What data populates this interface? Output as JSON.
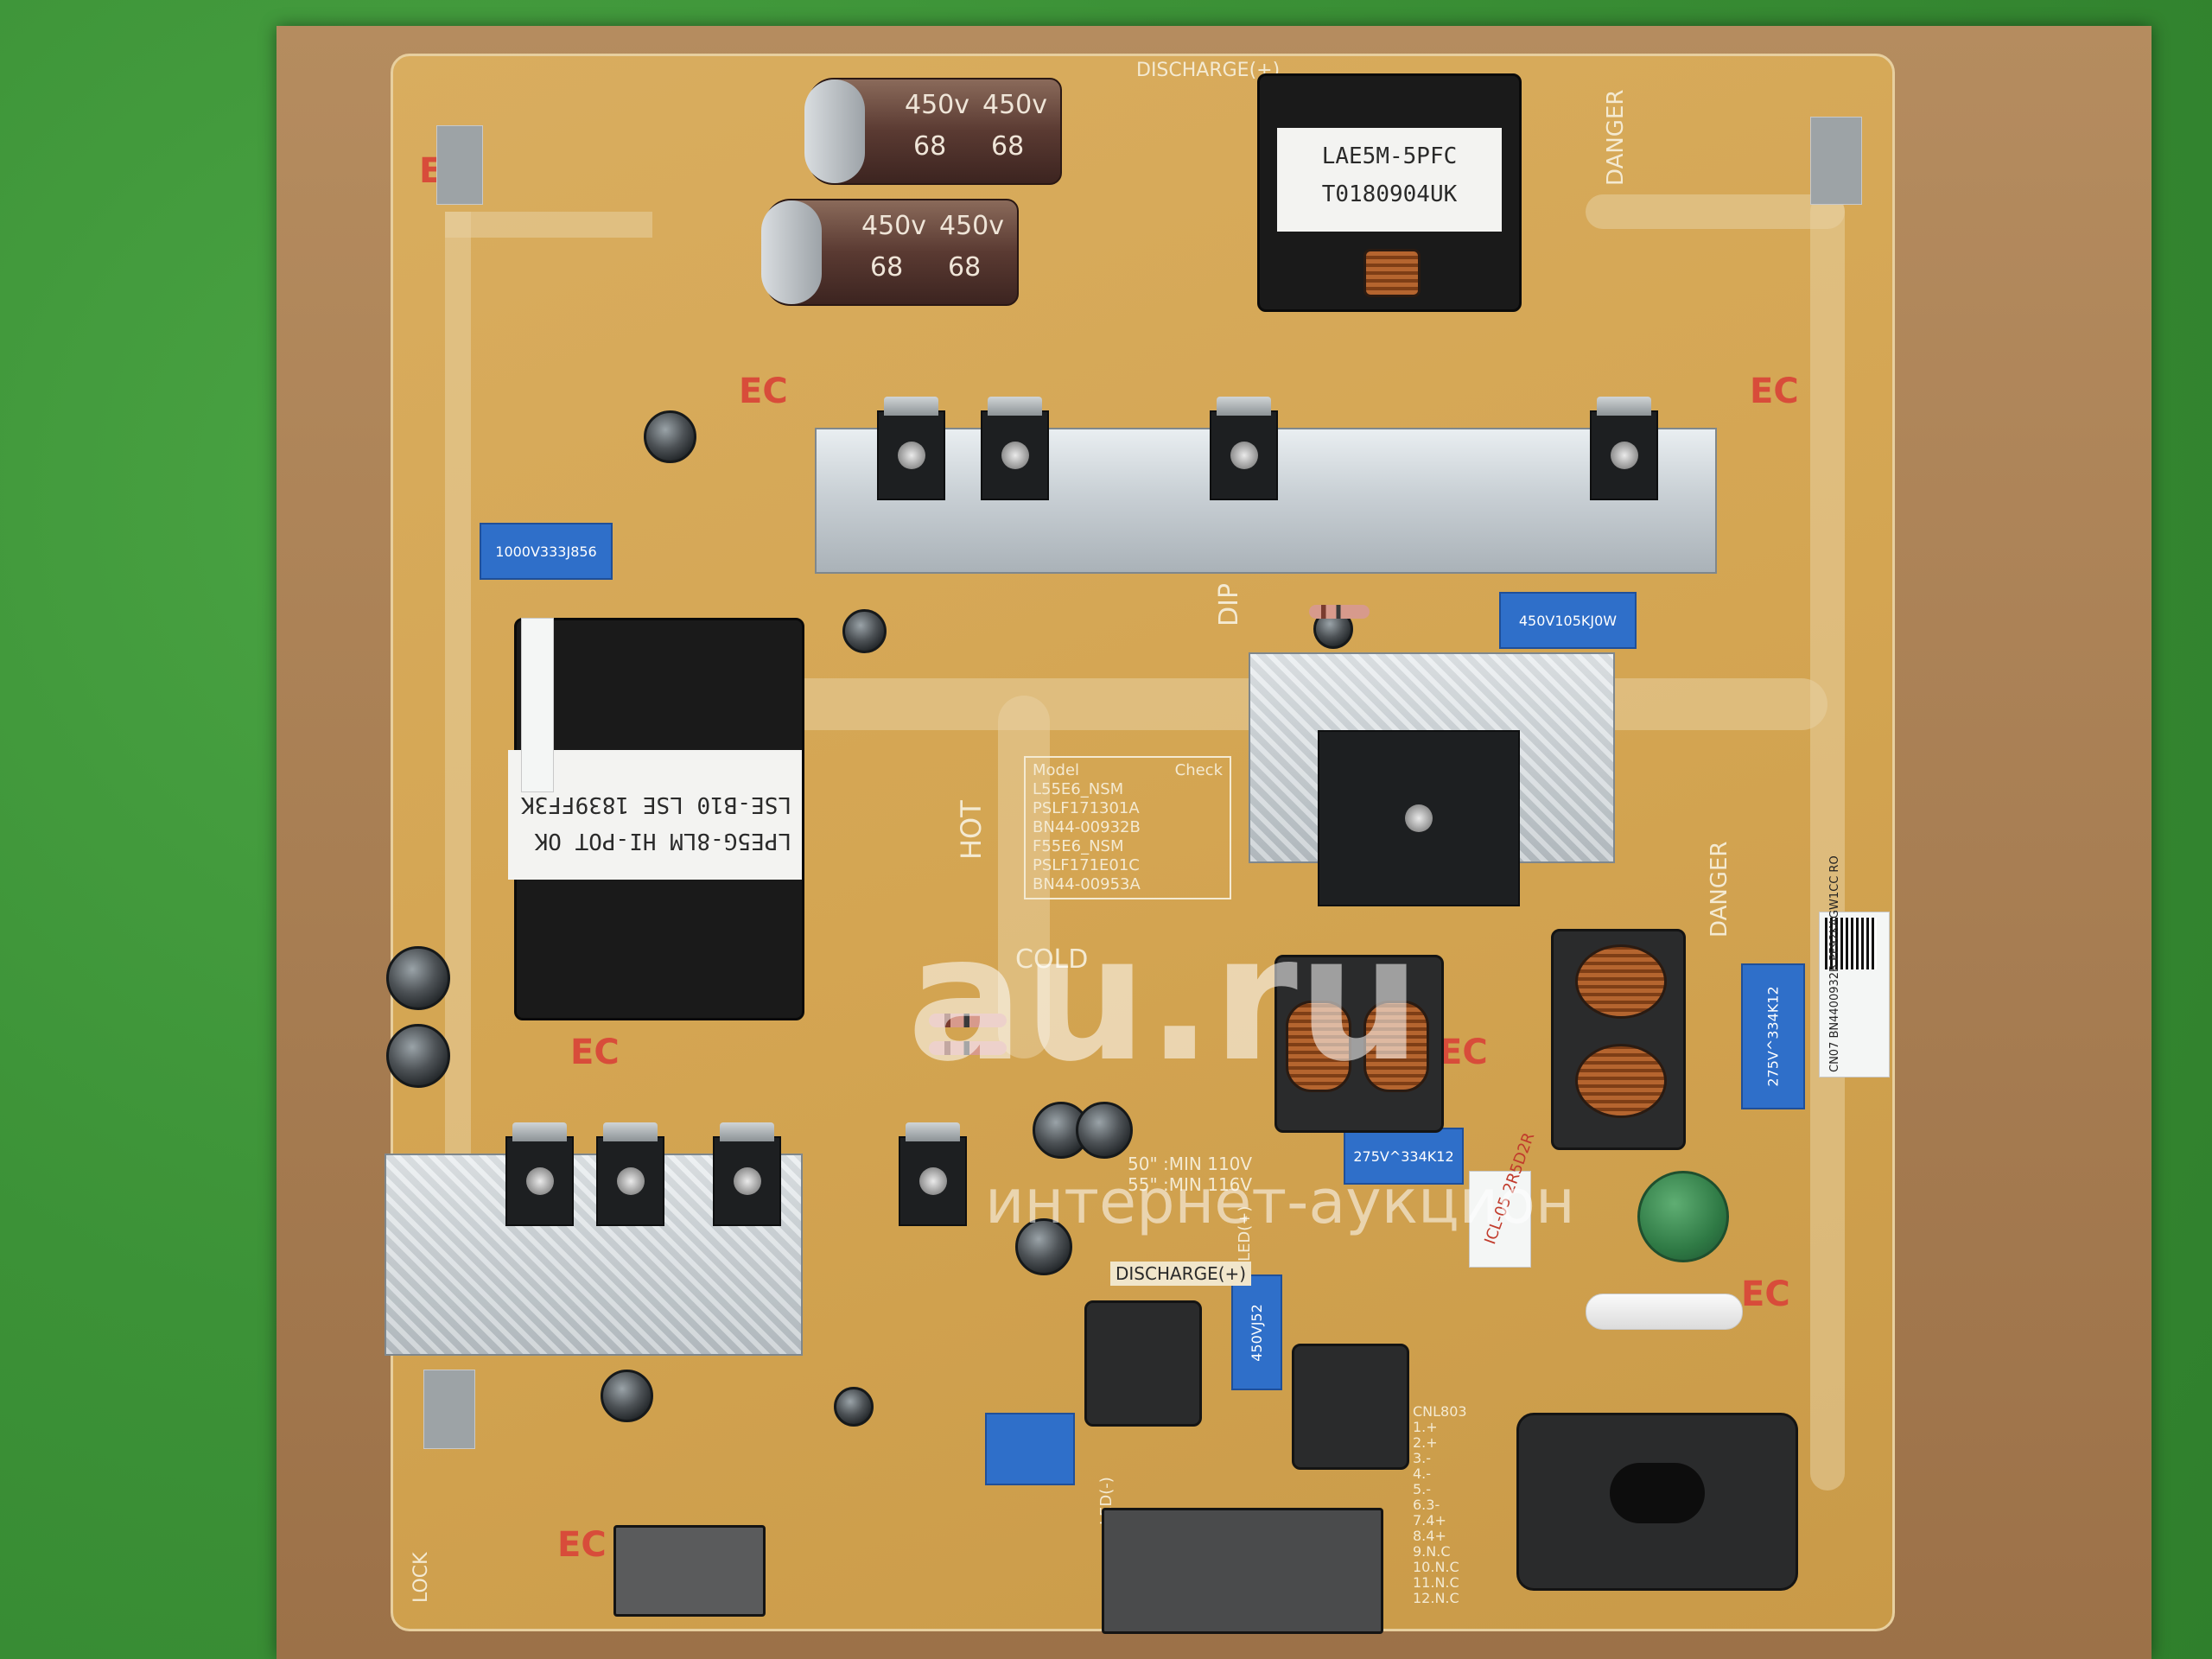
{
  "scene": {
    "description_labels": {
      "discharge_top": "DISCHARGE(+)",
      "discharge_bottom": "DISCHARGE(+)",
      "dip": "DIP",
      "hot": "HOT",
      "cold": "COLD",
      "danger_1": "DANGER",
      "danger_2": "DANGER",
      "pfc_label_line1": "LAE5M-5PFC",
      "pfc_label_line2": "T0180904UK",
      "main_xfmr_line1": "LPE5G-8LM HI-POT OK",
      "main_xfmr_line2": "LSE-B10 LSE 1839FF3K",
      "cap_voltage": "450v",
      "cap_uf": "68",
      "box_1000v": "1000V333J856",
      "box_450v": "450V105KJ0W",
      "box_275v_a": "275V^334K12",
      "box_275v_b": "275V^334K12",
      "box_450v_small": "450VJ52",
      "model_header": "Model",
      "model_check": "Check",
      "model_rows": [
        "L55E6_NSM",
        "PSLF171301A",
        "BN44-00932B",
        "F55E6_NSM",
        "PSLF171E01C",
        "BN44-00953A"
      ],
      "min_spec_1": "50\" :MIN 110V",
      "min_spec_2": "55\" :MIN 116V",
      "icl_label_1": "ICL-05",
      "icl_label_2": "2R5D2R",
      "cnl_header": "CNL803",
      "cnl_pins": [
        "1.+",
        "2.+",
        "3.-",
        "4.-",
        "5.-",
        "6.3-",
        "7.4+",
        "8.4+",
        "9.N.C",
        "10.N.C",
        "11.N.C",
        "12.N.C"
      ],
      "side_label": "BN4400932B",
      "side_label_2": "CN07",
      "side_label_3": "PF92KAGW1CC",
      "side_label_4": "RO",
      "ec_mark": "EC",
      "lock": "LOCK",
      "led_plus": "LED(+)",
      "led_minus": "LED(-)"
    },
    "watermark": {
      "logo": "au.ru",
      "tagline": "интернет-аукцион"
    }
  }
}
